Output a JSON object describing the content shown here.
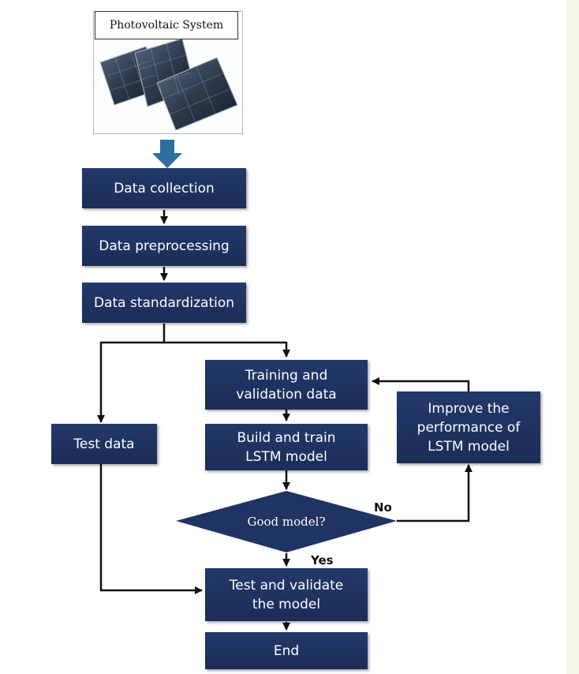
{
  "header": {
    "title": "Photovoltaic System"
  },
  "nodes": {
    "data_collection": "Data collection",
    "data_preprocessing": "Data preprocessing",
    "data_standardization": "Data standardization",
    "training_validation_line1": "Training and",
    "training_validation_line2": "validation data",
    "test_data": "Test data",
    "build_train_line1": "Build and train",
    "build_train_line2": "LSTM model",
    "improve_line1": "Improve the",
    "improve_line2": "performance of",
    "improve_line3": "LSTM model",
    "decision": "Good model?",
    "test_validate_line1": "Test and validate",
    "test_validate_line2": "the model",
    "end": "End"
  },
  "edges": {
    "no_label": "No",
    "yes_label": "Yes"
  },
  "colors": {
    "box_fill": "#1f3462",
    "arrow_blue": "#2f6e9e",
    "page_border": "#f3f6e4"
  }
}
